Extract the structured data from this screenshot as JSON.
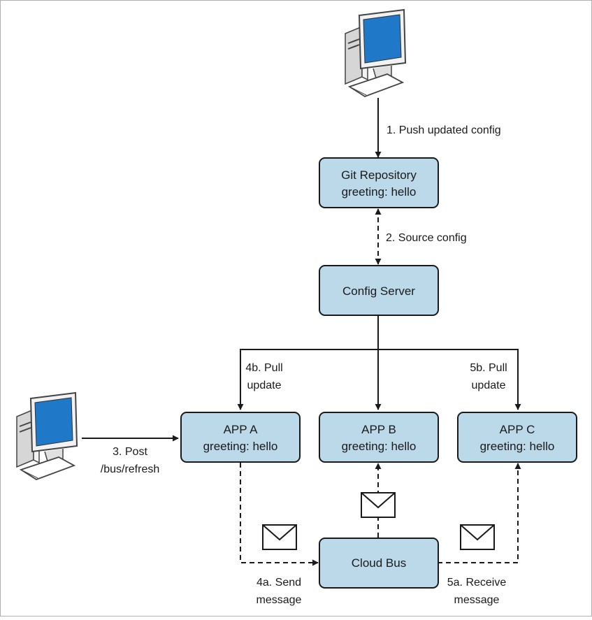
{
  "nodes": {
    "git_repo": {
      "line1": "Git Repository",
      "line2": "greeting: hello"
    },
    "config_server": {
      "line1": "Config Server"
    },
    "app_a": {
      "line1": "APP A",
      "line2": "greeting: hello"
    },
    "app_b": {
      "line1": "APP B",
      "line2": "greeting: hello"
    },
    "app_c": {
      "line1": "APP C",
      "line2": "greeting: hello"
    },
    "cloud_bus": {
      "line1": "Cloud Bus"
    }
  },
  "edges": {
    "push": {
      "label": "1. Push updated config"
    },
    "source": {
      "label": "2. Source config"
    },
    "post": {
      "line1": "3. Post",
      "line2": "/bus/refresh"
    },
    "pull_a": {
      "line1": "4b. Pull",
      "line2": "update"
    },
    "pull_c": {
      "line1": "5b. Pull",
      "line2": "update"
    },
    "send": {
      "line1": "4a. Send",
      "line2": "message"
    },
    "receive": {
      "line1": "5a. Receive",
      "line2": "message"
    }
  },
  "colors": {
    "box_fill": "#bcd9ea",
    "box_stroke": "#1a1a1a",
    "line": "#1a1a1a",
    "monitor_screen": "#1f78c8",
    "computer_body": "#e8e8e8"
  },
  "icons": [
    "computer-icon",
    "envelope-icon"
  ]
}
